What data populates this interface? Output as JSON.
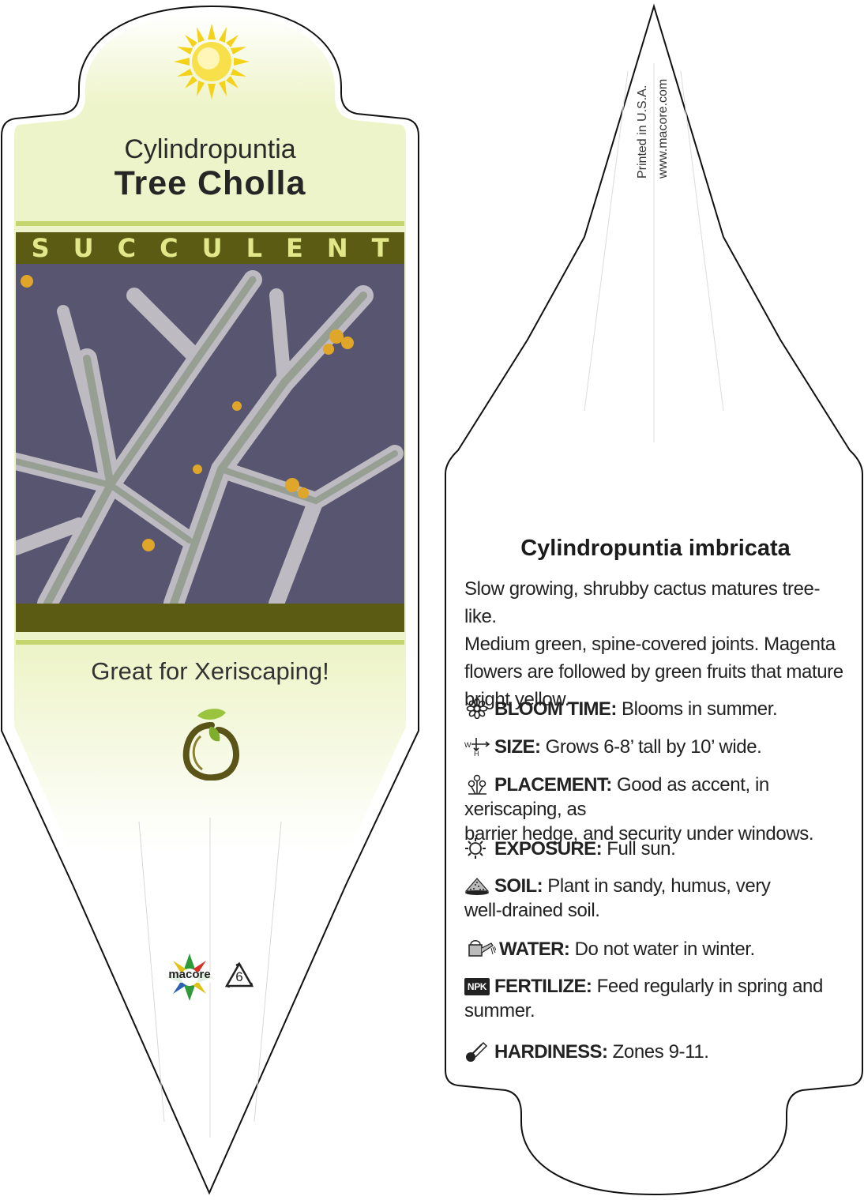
{
  "front": {
    "genus": "Cylindropuntia",
    "common_name": "Tree Cholla",
    "category": "SUCCULENT",
    "tagline": "Great for Xeriscaping!",
    "brand": "macore",
    "recycle_code": "6"
  },
  "back": {
    "printed_in": "Printed in U.S.A.",
    "website": "www.macore.com",
    "botanical_name": "Cylindropuntia imbricata",
    "description": [
      "Slow growing, shrubby cactus matures tree-like.",
      "Medium green, spine-covered joints. Magenta",
      "flowers are followed by green fruits that mature",
      "bright yellow."
    ],
    "care": [
      {
        "icon": "flower-icon",
        "label": "BLOOM TIME:",
        "text": "Blooms in summer."
      },
      {
        "icon": "size-arrows-icon",
        "label": "SIZE:",
        "text": "Grows 6-8’ tall by 10’ wide."
      },
      {
        "icon": "flowers-placement-icon",
        "label": "PLACEMENT:",
        "text": "Good as accent, in xeriscaping, as",
        "text2": "barrier hedge, and security under windows."
      },
      {
        "icon": "sun-outline-icon",
        "label": "EXPOSURE:",
        "text": "Full sun."
      },
      {
        "icon": "soil-pile-icon",
        "label": "SOIL:",
        "text": "Plant in sandy, humus, very",
        "text2": "well-drained soil."
      },
      {
        "icon": "watering-can-icon",
        "label": "WATER:",
        "text": "Do not water in winter."
      },
      {
        "icon": "fertilizer-npk-icon",
        "label": "FERTILIZE:",
        "text": "Feed regularly in spring and",
        "text2": "summer.",
        "badge": "NPK"
      },
      {
        "icon": "thermometer-icon",
        "label": "HARDINESS:",
        "text": "Zones 9-11."
      }
    ],
    "size_icon_letters": {
      "w": "W",
      "h": "H"
    }
  },
  "colors": {
    "olive": "#5c5b14",
    "lime": "#c4d66d",
    "pale_green": "#eaf1c2",
    "category_text": "#e2e88a"
  }
}
